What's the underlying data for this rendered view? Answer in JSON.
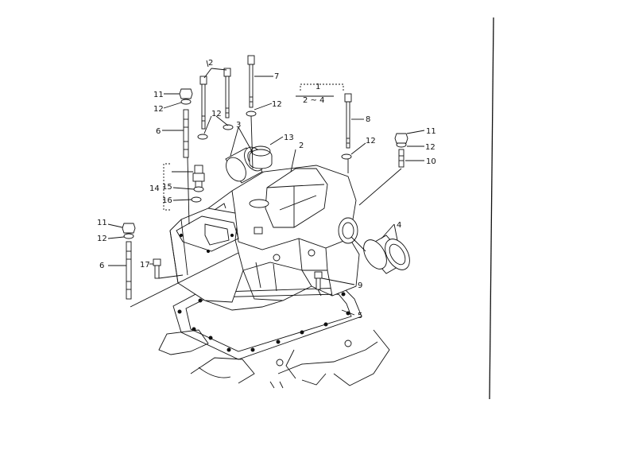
{
  "callouts": {
    "c1": "1",
    "c1_range": "2 ~ 4",
    "c2a": "2",
    "c2b": "2",
    "c3": "3",
    "c4": "4",
    "c5": "5",
    "c6a": "6",
    "c6b": "6",
    "c7": "7",
    "c8": "8",
    "c9": "9",
    "c10": "10",
    "c11a": "11",
    "c11b": "11",
    "c11c": "11",
    "c12a": "12",
    "c12b": "12",
    "c12c": "12",
    "c12d": "12",
    "c12e": "12",
    "c12f": "12",
    "c13": "13",
    "c14": "14",
    "c15": "15",
    "c16": "16",
    "c17": "17"
  }
}
